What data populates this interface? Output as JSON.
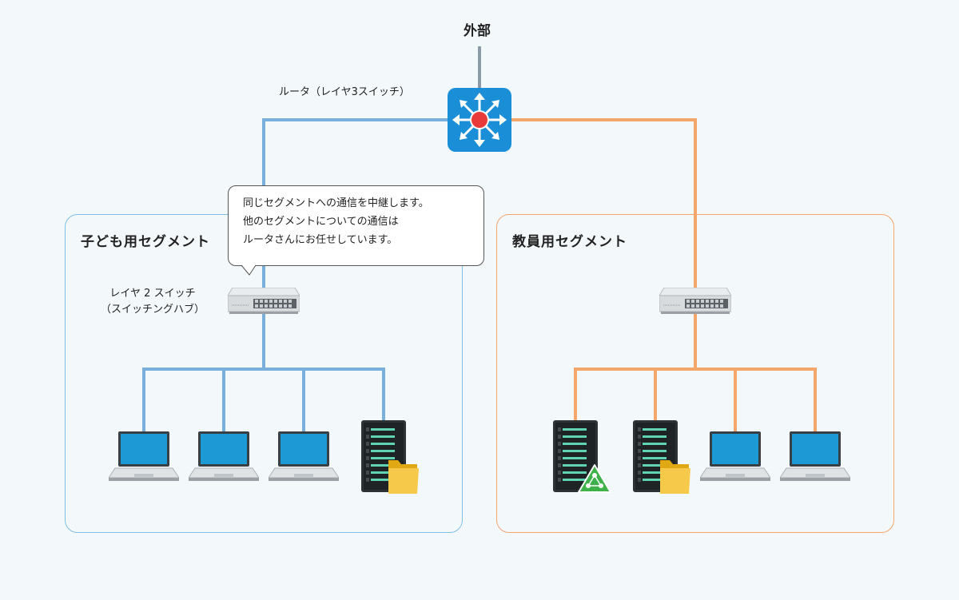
{
  "external_label": "外部",
  "router_label": "ルータ（レイヤ3スイッチ）",
  "segments": [
    {
      "title": "子ども用セグメント",
      "line_color": "#7aafdc",
      "border_color": "#7fbfe3"
    },
    {
      "title": "教員用セグメント",
      "line_color": "#f5a76b",
      "border_color": "#f5a56c"
    }
  ],
  "switch_label": {
    "line1": "レイヤ 2 スイッチ",
    "line2": "（スイッチングハブ）"
  },
  "bubble": {
    "line1": "同じセグメントへの通信を中継します。",
    "line2": "他のセグメントについての通信は",
    "line3": "ルータさんにお任せしています。"
  },
  "icons": {
    "router": "l3-switch-icon",
    "switch": "network-switch-icon",
    "laptop": "laptop-icon",
    "file_server": "file-server-icon",
    "share_server": "share-server-icon"
  },
  "colors": {
    "uplink": "#8a9aa6",
    "router_bg": "#1a8ed6",
    "router_core": "#e8393b"
  }
}
